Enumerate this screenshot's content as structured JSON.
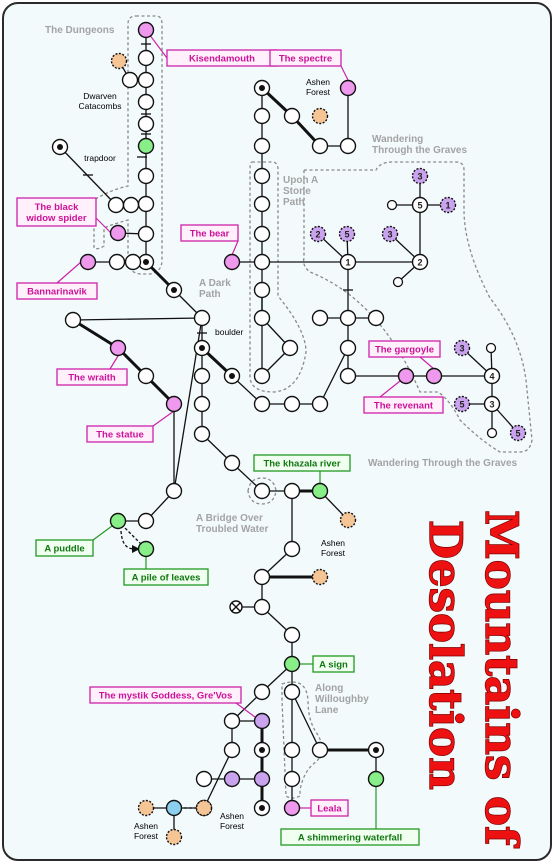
{
  "title": "Mountains of Desolation",
  "title_lines": [
    "Mountains",
    "of",
    "Desolation"
  ],
  "areas": [
    {
      "id": "dungeons",
      "label": "The Dungeons"
    },
    {
      "id": "stone",
      "label": "Upon A\nStone\nPath"
    },
    {
      "id": "wander1",
      "label": "Wandering\nThrough the Graves"
    },
    {
      "id": "darkpath",
      "label": "A Dark\nPath"
    },
    {
      "id": "bridge",
      "label": "A Bridge Over\nTroubled Water"
    },
    {
      "id": "wander2",
      "label": "Wandering Through the Graves"
    },
    {
      "id": "lane",
      "label": "Along\nWilloughby\nLane"
    }
  ],
  "small_labels": [
    {
      "id": "dwarven",
      "text": "Dwarven\nCatacombs"
    },
    {
      "id": "trapdoor",
      "text": "trapdoor"
    },
    {
      "id": "boulder",
      "text": "boulder"
    },
    {
      "id": "ashen1",
      "text": "Ashen\nForest"
    },
    {
      "id": "ashen2",
      "text": "Ashen\nForest"
    },
    {
      "id": "ashen3",
      "text": "Ashen\nForest"
    },
    {
      "id": "ashen4",
      "text": "Ashen\nForest"
    }
  ],
  "monsters": [
    {
      "id": "kisendamouth",
      "text": "Kisendamouth"
    },
    {
      "id": "spectre",
      "text": "The spectre"
    },
    {
      "id": "blackwidow",
      "text": "The black\nwidow spider"
    },
    {
      "id": "bear",
      "text": "The bear"
    },
    {
      "id": "bannarinavik",
      "text": "Bannarinavik"
    },
    {
      "id": "wraith",
      "text": "The wraith"
    },
    {
      "id": "statue",
      "text": "The statue"
    },
    {
      "id": "gargoyle",
      "text": "The gargoyle"
    },
    {
      "id": "revenant",
      "text": "The revenant"
    },
    {
      "id": "goddess",
      "text": "The mystik Goddess, Gre'Vos"
    },
    {
      "id": "leala",
      "text": "Leala"
    }
  ],
  "items": [
    {
      "id": "khazala",
      "text": "The khazala river"
    },
    {
      "id": "puddle",
      "text": "A puddle"
    },
    {
      "id": "leaves",
      "text": "A pile of leaves"
    },
    {
      "id": "sign",
      "text": "A sign"
    },
    {
      "id": "waterfall",
      "text": "A shimmering waterfall"
    }
  ],
  "grave_numbers": [
    "3",
    "5",
    "1",
    "2",
    "5",
    "3",
    "1",
    "2",
    "3",
    "4",
    "5",
    "3",
    "5"
  ],
  "colors": {
    "room_fill": "#ffffff",
    "monster_fill": "#ee99ee",
    "monster_border": "#cc22aa",
    "item_fill": "#88ee88",
    "item_border": "#229922",
    "exit_fill": "#f5c596",
    "grave_fill": "#c9a3ee",
    "title_red": "#ee1111",
    "background": "#f3fafc"
  }
}
